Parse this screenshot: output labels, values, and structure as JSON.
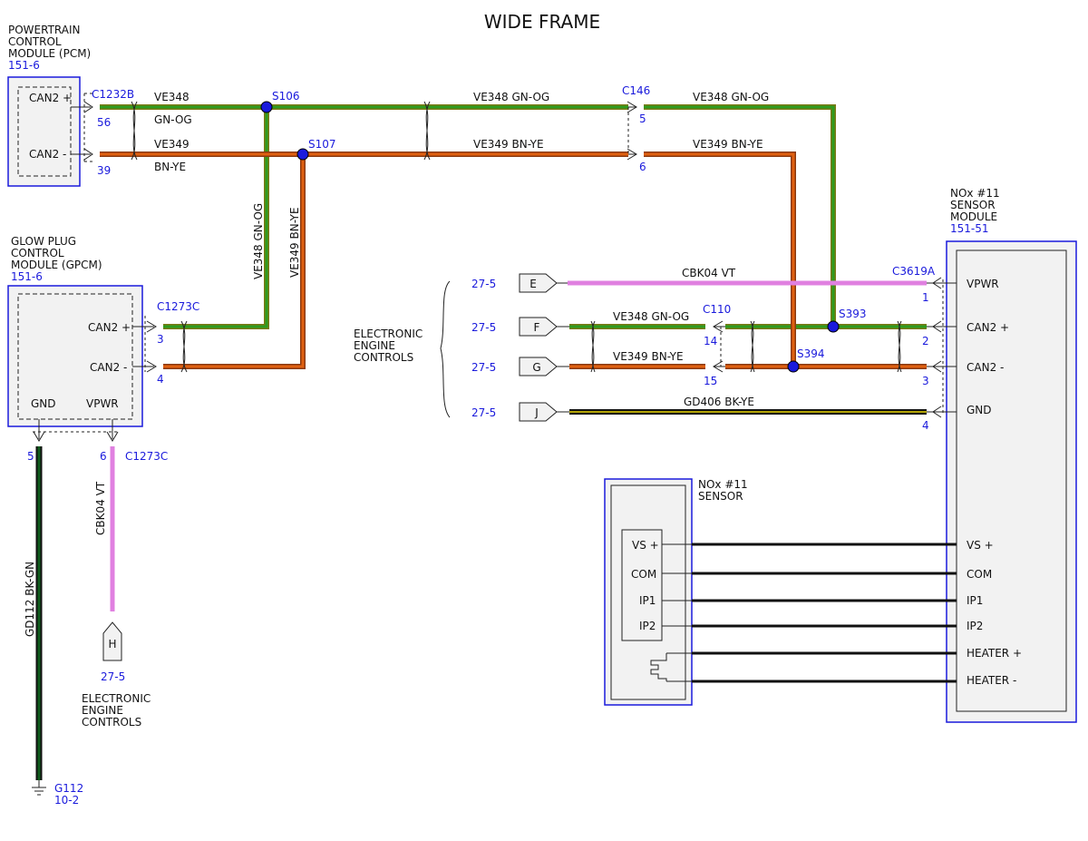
{
  "title": "WIDE FRAME",
  "pcm": {
    "line1": "POWERTRAIN",
    "line2": "CONTROL",
    "line3": "MODULE (PCM)",
    "ref": "151-6",
    "pin_can_h": "CAN2 +",
    "pin_can_l": "CAN2 -",
    "connector": "C1232B",
    "pin56": "56",
    "pin39": "39"
  },
  "gpcm": {
    "line1": "GLOW PLUG",
    "line2": "CONTROL",
    "line3": "MODULE (GPCM)",
    "ref": "151-6",
    "pin_can_h": "CAN2 +",
    "pin_can_l": "CAN2 -",
    "pin_gnd": "GND",
    "pin_vpwr": "VPWR",
    "connector": "C1273C",
    "pin3": "3",
    "pin4": "4",
    "pin5": "5",
    "pin6": "6",
    "connector2": "C1273C"
  },
  "splices": {
    "s106": "S106",
    "s107": "S107",
    "s393": "S393",
    "s394": "S394"
  },
  "c146": {
    "name": "C146",
    "pin5": "5",
    "pin6": "6"
  },
  "c110": {
    "name": "C110",
    "pin14": "14",
    "pin15": "15"
  },
  "wires": {
    "ve348": "VE348",
    "gnog": "GN-OG",
    "ve349": "VE349",
    "bnye": "BN-YE",
    "ve348_gnog": "VE348  GN-OG",
    "ve349_bnye": "VE349  BN-YE",
    "cbk04_vt": "CBK04  VT",
    "gd406": "GD406  BK-YE",
    "gd112": "GD112  BK-GN"
  },
  "nox_module": {
    "line1": "NOx #11",
    "line2": "SENSOR",
    "line3": "MODULE",
    "ref": "151-51",
    "connector": "C3619A",
    "pins": [
      "VPWR",
      "CAN2 +",
      "CAN2 -",
      "GND",
      "VS +",
      "COM",
      "IP1",
      "IP2",
      "HEATER +",
      "HEATER -"
    ],
    "pin_nums": [
      "1",
      "2",
      "3",
      "4"
    ]
  },
  "nox_sensor": {
    "line1": "NOx #11",
    "line2": "SENSOR",
    "pins": [
      "VS +",
      "COM",
      "IP1",
      "IP2"
    ]
  },
  "eec": {
    "line1": "ELECTRONIC",
    "line2": "ENGINE",
    "line3": "CONTROLS",
    "page": "27-5",
    "connectors": [
      "E",
      "F",
      "G",
      "J",
      "H"
    ]
  },
  "ground": {
    "name": "G112",
    "ref": "10-2"
  },
  "colors": {
    "green": "#2e9b1f",
    "orange": "#e06010",
    "olive": "#7a7a14",
    "brown": "#8a3a10",
    "violet": "#e080e0",
    "black": "#111111",
    "yellow": "#e8d400",
    "darkgreen": "#0f5a1c",
    "blue": "#1a1adc"
  }
}
